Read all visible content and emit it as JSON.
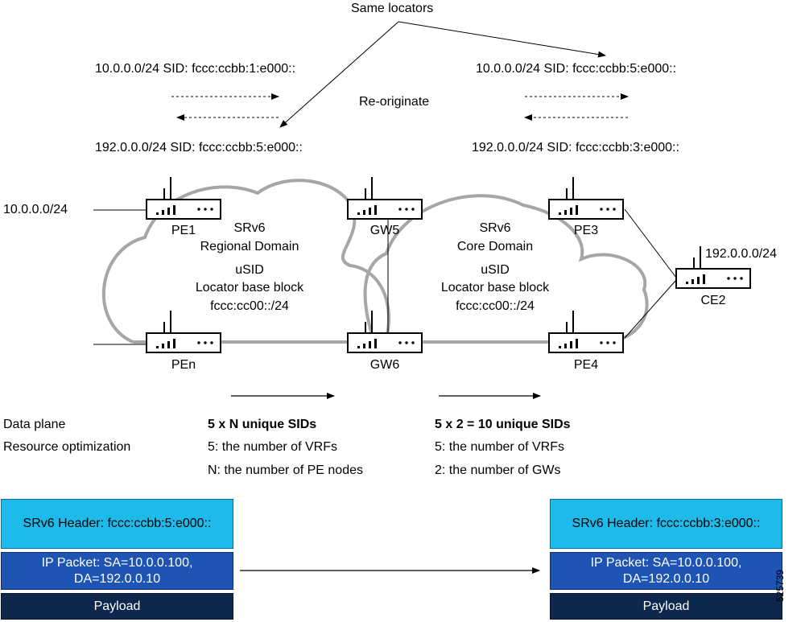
{
  "top": {
    "same_locators": "Same locators",
    "re_originate": "Re-originate",
    "left_route_1": "10.0.0.0/24 SID: fccc:ccbb:1:e000::",
    "left_route_2": "192.0.0.0/24 SID: fccc:ccbb:5:e000::",
    "right_route_1": "10.0.0.0/24 SID: fccc:ccbb:5:e000::",
    "right_route_2": "192.0.0.0/24 SID: fccc:ccbb:3:e000::"
  },
  "prefixes": {
    "left": "10.0.0.0/24",
    "right": "192.0.0.0/24"
  },
  "nodes": {
    "pe1": "PE1",
    "pen": "PEn",
    "gw5": "GW5",
    "gw6": "GW6",
    "pe3": "PE3",
    "pe4": "PE4",
    "ce2": "CE2"
  },
  "domains": {
    "regional": [
      "SRv6",
      "Regional Domain",
      "uSID",
      "Locator base block",
      "fccc:cc00::/24"
    ],
    "core": [
      "SRv6",
      "Core Domain",
      "uSID",
      "Locator base block",
      "fccc:cc00::/24"
    ]
  },
  "info": {
    "data_plane": "Data plane",
    "resource_optimization": "Resource optimization",
    "left": [
      "5 x N unique SIDs",
      "5: the number of VRFs",
      "N: the number of PE nodes"
    ],
    "right": [
      "5 x 2 = 10 unique SIDs",
      "5: the number of VRFs",
      "2: the number of GWs"
    ]
  },
  "packets": {
    "left": {
      "header": "SRv6 Header: fccc:ccbb:5:e000::",
      "ip_1": "IP Packet: SA=10.0.0.100,",
      "ip_2": "DA=192.0.0.10",
      "payload": "Payload"
    },
    "right": {
      "header": "SRv6 Header: fccc:ccbb:3:e000::",
      "ip_1": "IP Packet: SA=10.0.0.100,",
      "ip_2": "DA=192.0.0.10",
      "payload": "Payload"
    }
  },
  "figure_id": "525739",
  "colors": {
    "cloud_stroke": "#a6a6a6",
    "header": "#1ebbea",
    "ip_packet": "#1e55b5",
    "payload": "#0d274d"
  },
  "icons": {
    "router": "router-icon"
  }
}
